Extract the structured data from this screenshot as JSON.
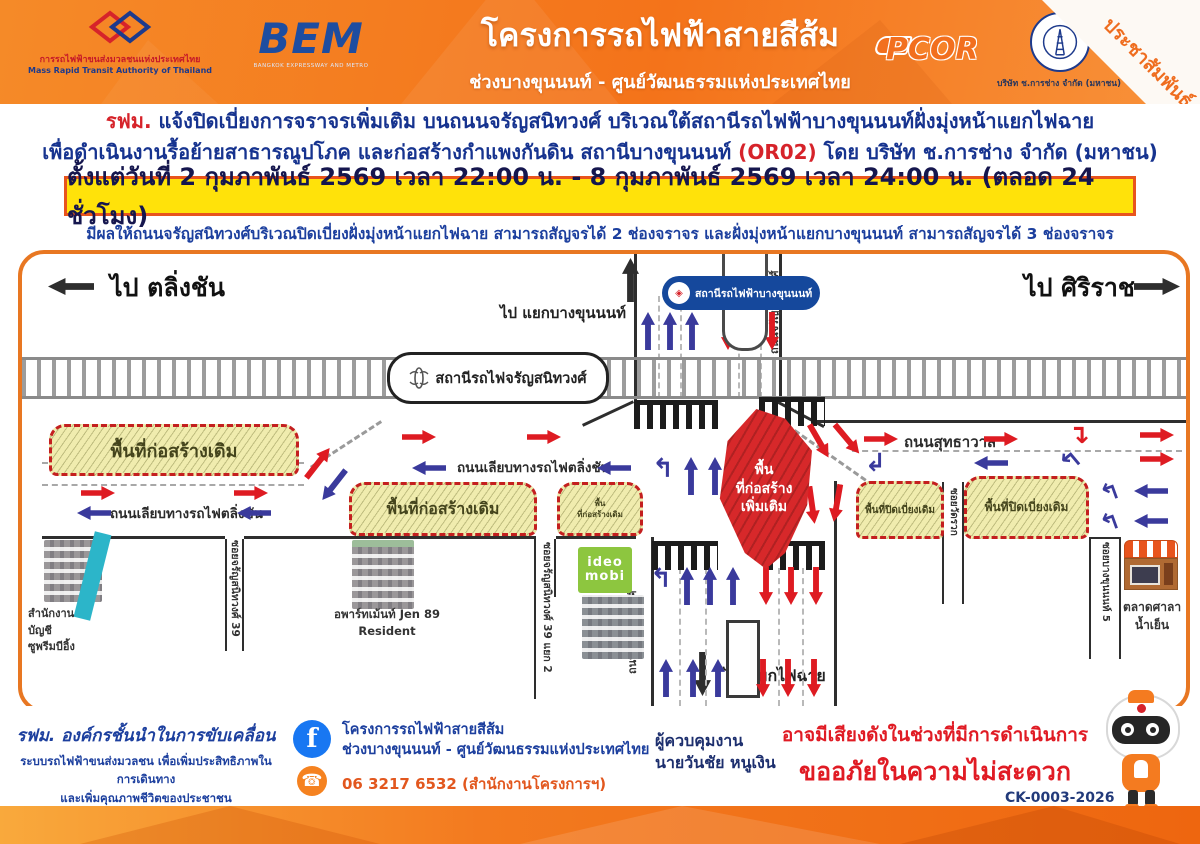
{
  "header": {
    "mrta_th": "การรถไฟฟ้าขนส่งมวลชนแห่งประเทศไทย",
    "mrta_en": "Mass Rapid Transit Authority of Thailand",
    "bem": "BEM",
    "bem_sub": "BANGKOK EXPRESSWAY AND METRO",
    "title": "โครงการรถไฟฟ้าสายสีส้ม",
    "subtitle": "ช่วงบางขุนนนท์ - ศูนย์วัฒนธรรมแห่งประเทศไทย",
    "pcor": "PCOR",
    "ck_company": "บริษัท ช.การช่าง จำกัด (มหาชน)",
    "ribbon": "ประชาสัมพันธ์"
  },
  "announcement": {
    "line1_prefix": "รฟม.",
    "line1": " แจ้งปิดเบี่ยงการจราจรเพิ่มเติม บนถนนจรัญสนิทวงศ์ บริเวณใต้สถานีรถไฟฟ้าบางขุนนนท์ฝั่งมุ่งหน้าแยกไฟฉาย",
    "line2_a": "เพื่อดำเนินงานรื้อย้ายสาธารณูปโภค และก่อสร้างกำแพงกันดิน สถานีบางขุนนนท์ ",
    "line2_code": "(OR02)",
    "line2_b": " โดย บริษัท ช.การช่าง จำกัด (มหาชน)"
  },
  "banner": {
    "text": "ตั้งแต่วันที่ 2 กุมภาพันธ์ 2569 เวลา 22:00 น. - 8 กุมภาพันธ์ 2569 เวลา 24:00 น. (ตลอด 24 ชั่วโมง)"
  },
  "note": "มีผลให้ถนนจรัญสนิทวงศ์บริเวณปิดเบี่ยงฝั่งมุ่งหน้าแยกไฟฉาย สามารถสัญจรได้ 2 ช่องจราจร และฝั่งมุ่งหน้าแยกบางขุนนนท์ สามารถสัญจรได้ 3 ช่องจราจร",
  "map": {
    "directions": {
      "west": "ไป ตลิ่งชัน",
      "east": "ไป ศิริราช",
      "north": "ไป แยกบางขุนนนท์",
      "south": "ไป แยกไฟฉาย"
    },
    "stations": {
      "mrt": "สถานีรถไฟฟ้าบางขุนนนท์",
      "rail": "สถานีรถไฟจรัญสนิทวงศ์"
    },
    "roads": {
      "charan_top": "ถนนจรัญสนิทวงศ์",
      "charan_bottom": "ถนนจรัญสนิทวงศ์",
      "railside_upper": "ถนนเลียบทางรถไฟตลิ่งชัน",
      "railside_lower": "ถนนเลียบทางรถไฟตลิ่งชัน",
      "suthawat": "ถนนสุทธาวาส",
      "soi_39": "ซอยจรัญสนิทวงศ์ 39",
      "soi_39_yaek2": "ซอยจรัญสนิทวงศ์ 39 แยก 2",
      "soi_wat_ruak": "ซอยวัดรวก",
      "soi_east": "ซอยบางขุนนนท์ 5"
    },
    "zones": {
      "old1": "พื้นที่ก่อสร้างเดิม",
      "old2": "พื้นที่ก่อสร้างเดิม",
      "old3_l1": "พื้น",
      "old3_l2": "ที่ก่อสร้างเดิม",
      "new_l1": "พื้น",
      "new_l2": "ที่ก่อสร้าง",
      "new_l3": "เพิ่มเติม",
      "closed1": "พื้นที่ปิดเบี่ยงเดิม",
      "closed2": "พื้นที่ปิดเบี่ยงเดิม"
    },
    "places": {
      "office_l1": "สำนักงาน",
      "office_l2": "บัญชี",
      "office_l3": "ซูพรีมบีอิ้ง",
      "apartment_l1": "อพาร์ทเม้นท์ Jen 89",
      "apartment_l2": "Resident",
      "ideo_l1": "ideo",
      "ideo_l2": "mobi",
      "market_l1": "ตลาดศาลา",
      "market_l2": "น้ำเย็น"
    }
  },
  "footer": {
    "slogan_1": "รฟม. องค์กรชั้นนำในการขับเคลื่อน",
    "slogan_2": "ระบบรถไฟฟ้าขนส่งมวลชน เพื่อเพิ่มประสิทธิภาพในการเดินทาง",
    "slogan_3": "และเพิ่มคุณภาพชีวิตของประชาชน",
    "fb_line1": "โครงการรถไฟฟ้าสายสีส้ม",
    "fb_line2": "ช่วงบางขุนนนท์ - ศูนย์วัฒนธรรมแห่งประเทศไทย",
    "phone": "06 3217 6532 (สำนักงานโครงการฯ)",
    "supervisor_label": "ผู้ควบคุมงาน",
    "supervisor_name": "นายวันชัย หนูเงิน",
    "noise_1": "อาจมีเสียงดังในช่วงที่มีการดำเนินการ",
    "noise_2": "ขออภัยในความไม่สะดวก",
    "doc_code": "CK-0003-2026"
  },
  "colors": {
    "accent_orange": "#f4731a",
    "banner_yellow": "#ffe20a",
    "alert_red": "#d6232a",
    "info_blue": "#16338f",
    "zone_yellow": "#f0ecae",
    "zone_red": "#d7282a"
  }
}
